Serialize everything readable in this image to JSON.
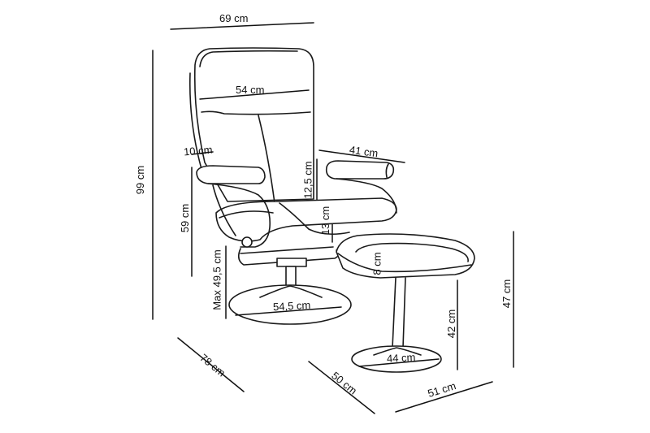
{
  "diagram": {
    "subject": "Recliner armchair with footstool — dimension drawing",
    "line_color": "#1a1a1a",
    "background": "#ffffff",
    "dimensions": {
      "overall_width": "69 cm",
      "backrest_width": "54 cm",
      "overall_height": "99 cm",
      "armrest_thickness": "10 cm",
      "armrest_height": "59 cm",
      "seat_height_max": "Max 49,5 cm",
      "armrest_length": "41 cm",
      "armrest_above_seat": "12,5 cm",
      "seat_cushion_thickness": "13 cm",
      "chair_base_diameter": "54,5 cm",
      "chair_depth": "78 cm",
      "footstool_cushion_thickness": "8 cm",
      "footstool_leg_height": "42 cm",
      "footstool_height": "47 cm",
      "footstool_base_diameter": "44 cm",
      "footstool_depth": "50 cm",
      "footstool_width": "51 cm"
    }
  }
}
